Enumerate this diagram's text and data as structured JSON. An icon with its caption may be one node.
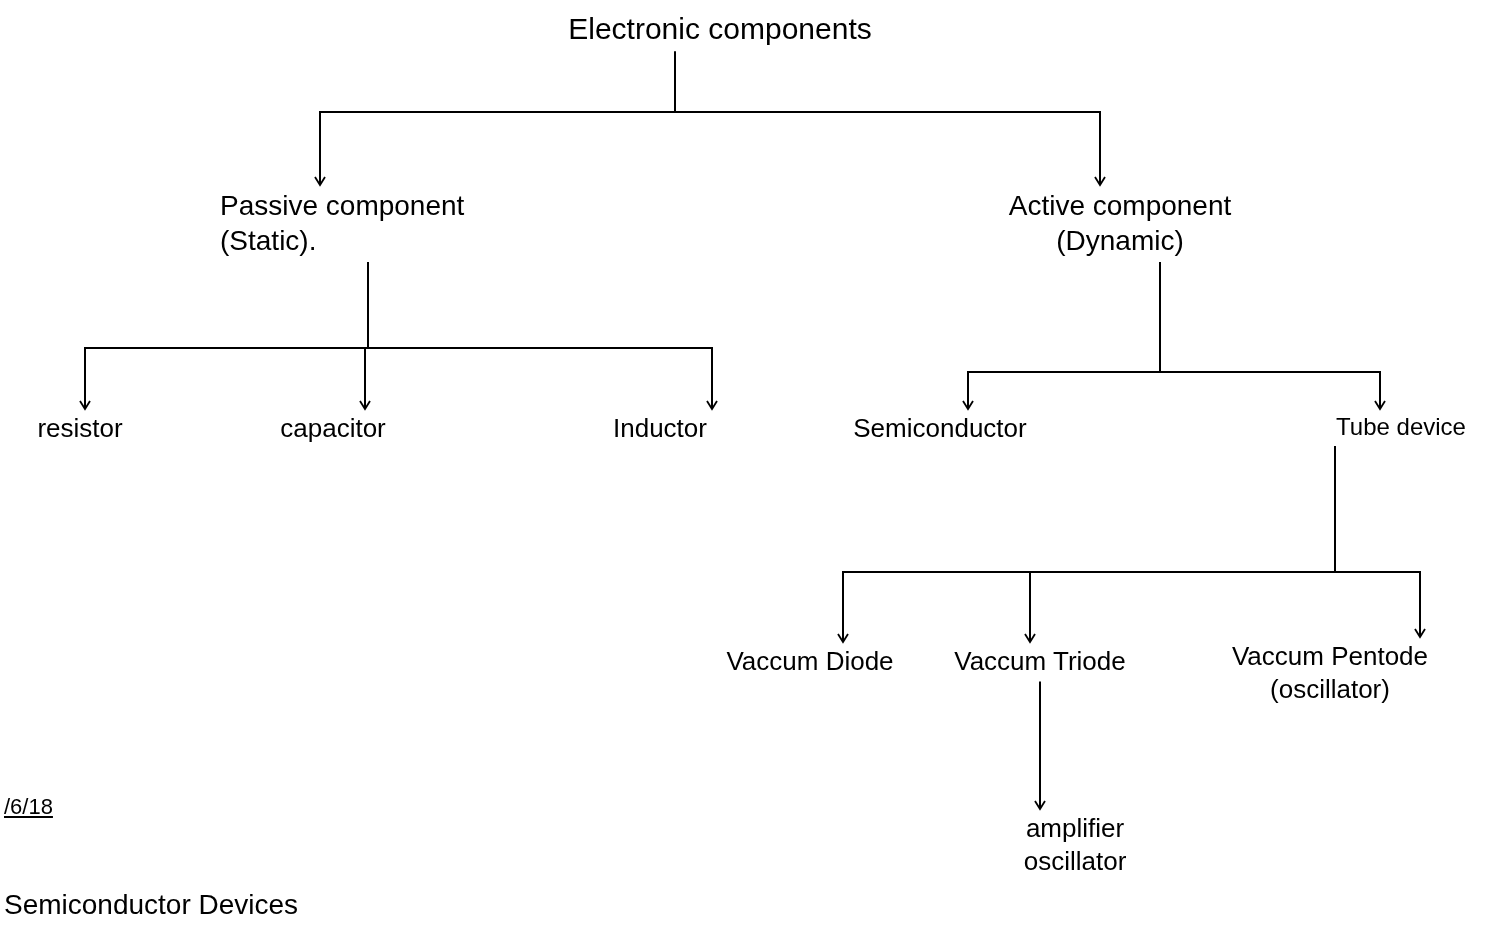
{
  "diagram": {
    "nodes": [
      {
        "text": [
          "Electronic components"
        ]
      },
      {
        "text": [
          "Passive component (Static)."
        ]
      },
      {
        "text": [
          "Active component (Dynamic)"
        ]
      },
      {
        "text": [
          "resistor"
        ]
      },
      {
        "text": [
          "capacitor"
        ]
      },
      {
        "text": [
          "Inductor"
        ]
      },
      {
        "text": [
          "Semiconductor"
        ]
      },
      {
        "text": [
          "Tube device"
        ]
      },
      {
        "text": [
          "Vaccum Diode"
        ]
      },
      {
        "text": [
          "Vaccum Triode"
        ]
      },
      {
        "text": [
          "Vaccum Pentode",
          "(oscillator)"
        ]
      },
      {
        "text": [
          "amplifier oscillator"
        ]
      }
    ],
    "edges": [
      {
        "from": 0,
        "to": 1,
        "arrow": "to"
      },
      {
        "from": 0,
        "to": 2,
        "arrow": "to"
      },
      {
        "from": 1,
        "to": 3,
        "arrow": "to"
      },
      {
        "from": 1,
        "to": 4,
        "arrow": "to"
      },
      {
        "from": 1,
        "to": 5,
        "arrow": "to"
      },
      {
        "from": 2,
        "to": 6,
        "arrow": "to"
      },
      {
        "from": 2,
        "to": 7,
        "arrow": "to"
      },
      {
        "from": 7,
        "to": 8,
        "arrow": "to"
      },
      {
        "from": 7,
        "to": 9,
        "arrow": "to"
      },
      {
        "from": 7,
        "to": 10,
        "arrow": "to"
      },
      {
        "from": 9,
        "to": 11,
        "arrow": "to"
      }
    ],
    "labels": [
      "/6/18",
      "Semiconductor Devices"
    ]
  }
}
